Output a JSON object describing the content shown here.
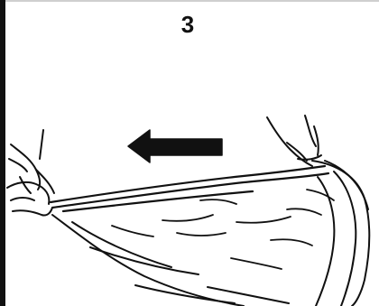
{
  "step": {
    "number": "3"
  },
  "illustration": {
    "subject": "hands-pulling-fabric",
    "arrow_direction": "left"
  },
  "colors": {
    "ink": "#111111",
    "background": "#ffffff",
    "frame": "#111111"
  }
}
